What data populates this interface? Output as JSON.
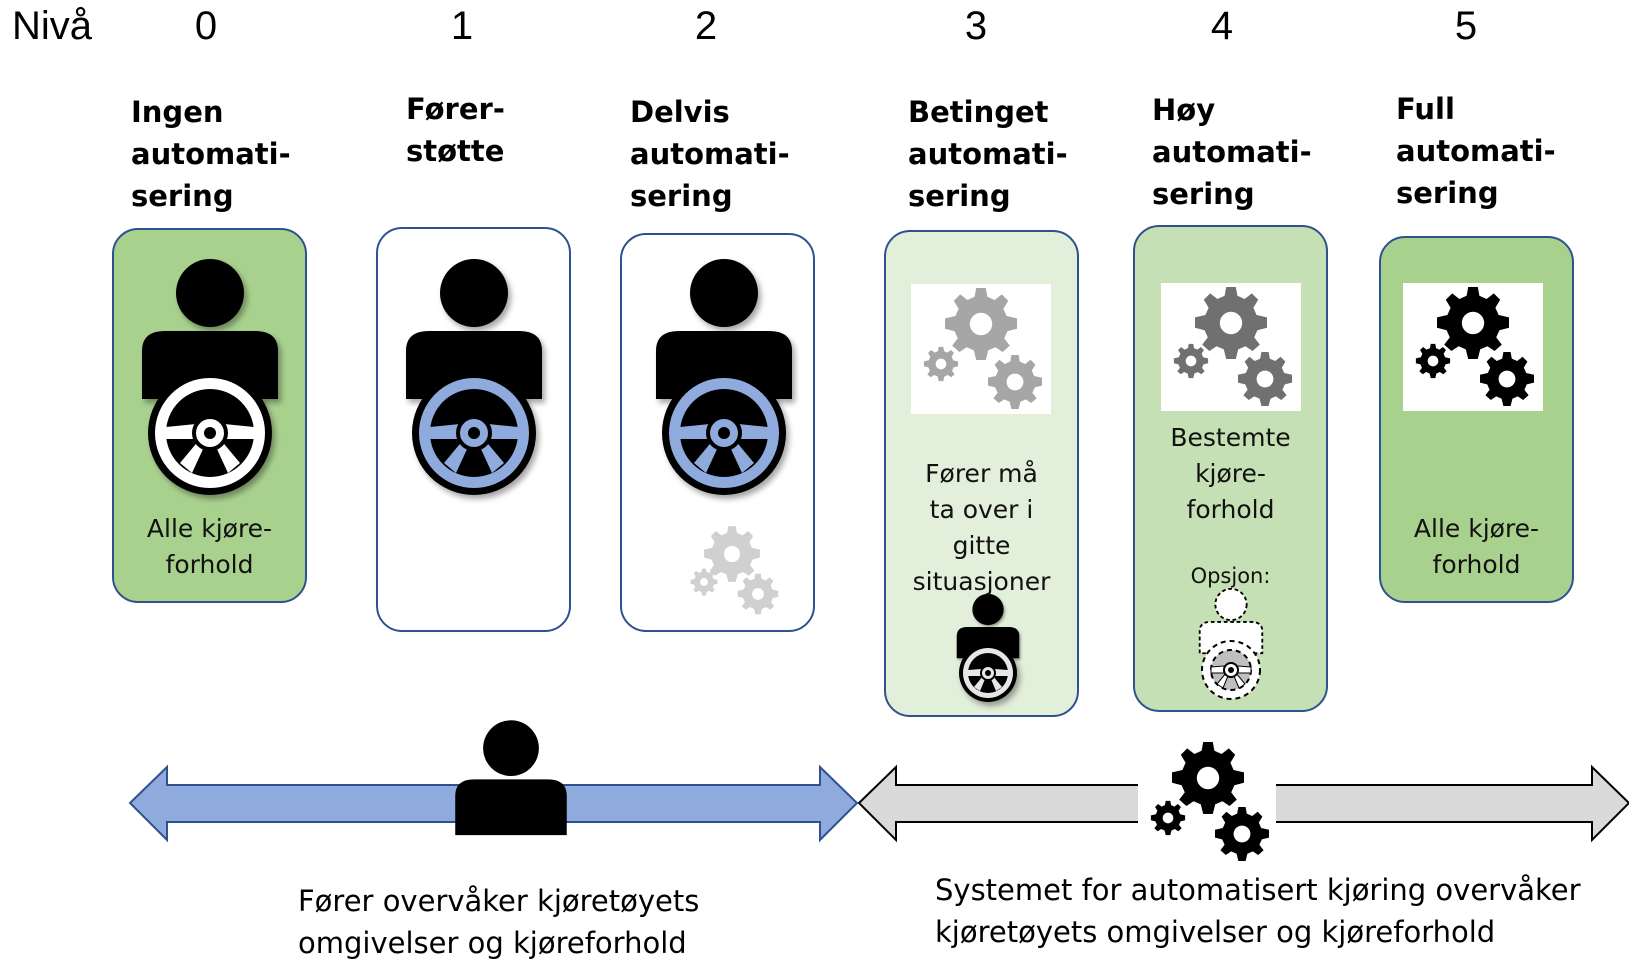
{
  "axis_label": "Nivå",
  "levels": [
    {
      "number": "0",
      "title": "Ingen\nautomati-\nsering",
      "caption": "Alle  kjøre-\nforhold",
      "card_color": "#a9d18e"
    },
    {
      "number": "1",
      "title": "Fører-\nstøtte",
      "caption": "",
      "card_color": "#ffffff"
    },
    {
      "number": "2",
      "title": "Delvis\nautomati-\nsering",
      "caption": "",
      "card_color": "#ffffff"
    },
    {
      "number": "3",
      "title": "Betinget\nautomati-\nsering",
      "caption": "Fører må\nta over i\ngitte\nsituasjoner",
      "card_color": "#e2efda"
    },
    {
      "number": "4",
      "title": "Høy\nautomati-\nsering",
      "caption": "Bestemte\nkjøre-\nforhold",
      "option_label": "Opsjon:",
      "card_color": "#c5e0b4"
    },
    {
      "number": "5",
      "title": "Full\nautomati-\nsering",
      "caption": "Alle  kjøre-\nforhold",
      "card_color": "#a9d18e"
    }
  ],
  "bottom_left_text": "Fører overvåker kjøretøyets\nomgivelser og kjøreforhold",
  "bottom_right_text": "Systemet for automatisert kjøring overvåker\nkjøretøyets omgivelser og kjøreforhold",
  "icons": [
    "driver-icon",
    "steering-wheel-icon",
    "gears-icon"
  ],
  "colors": {
    "border": "#2f528f",
    "blue_fill": "#8faadc",
    "gray_fill": "#d9d9d9",
    "green_dark": "#a9d18e",
    "green_mid": "#c5e0b4",
    "green_light": "#e2efda"
  }
}
